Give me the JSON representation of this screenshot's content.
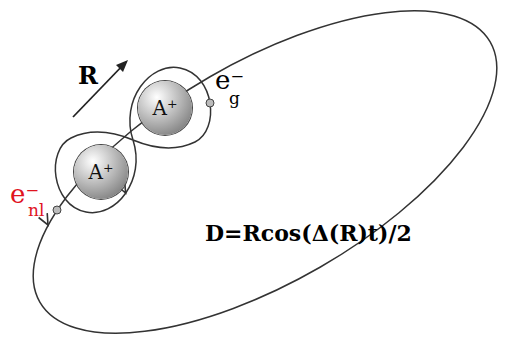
{
  "diagram": {
    "nodes": [
      {
        "text": [
          "A⁺"
        ]
      },
      {
        "text": [
          "A⁺"
        ]
      }
    ],
    "labels": [
      "e⁻",
      "nl",
      "e⁻",
      "g",
      "R",
      "D=Rcos(Δ(R)t)/2"
    ]
  }
}
